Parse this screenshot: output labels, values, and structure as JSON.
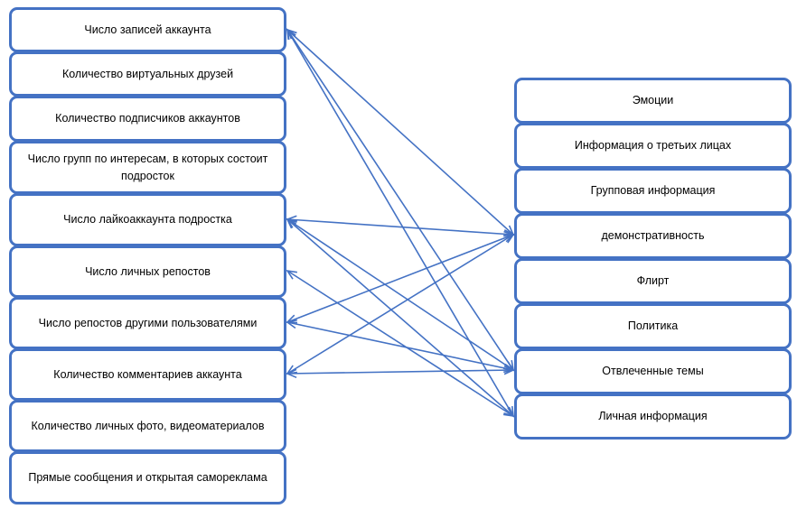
{
  "left_items": [
    {
      "id": "L1",
      "label": "Число записей аккаунта"
    },
    {
      "id": "L2",
      "label": "Количество виртуальных друзей"
    },
    {
      "id": "L3",
      "label": "Количество подписчиков аккаунтов"
    },
    {
      "id": "L4",
      "label": "Число групп по интересам, в которых состоит подросток"
    },
    {
      "id": "L5",
      "label": "Число лайкоаккаунта подростка"
    },
    {
      "id": "L6",
      "label": "Число личных репостов"
    },
    {
      "id": "L7",
      "label": "Число репостов другими пользователями"
    },
    {
      "id": "L8",
      "label": "Количество комментариев аккаунта"
    },
    {
      "id": "L9",
      "label": "Количество личных фото, видеоматериалов"
    },
    {
      "id": "L10",
      "label": "Прямые сообщения и открытая самореклама"
    }
  ],
  "right_items": [
    {
      "id": "R1",
      "label": "Эмоции"
    },
    {
      "id": "R2",
      "label": "Информация о третьих лицах"
    },
    {
      "id": "R3",
      "label": "Групповая информация"
    },
    {
      "id": "R4",
      "label": "демонстративность"
    },
    {
      "id": "R5",
      "label": "Флирт"
    },
    {
      "id": "R6",
      "label": "Политика"
    },
    {
      "id": "R7",
      "label": "Отвлеченные темы"
    },
    {
      "id": "R8",
      "label": "Личная информация"
    }
  ],
  "connections": [
    {
      "from": "L1",
      "to": "R4",
      "arrows": "both"
    },
    {
      "from": "L1",
      "to": "R7",
      "arrows": "both"
    },
    {
      "from": "L1",
      "to": "R8",
      "arrows": "both"
    },
    {
      "from": "L5",
      "to": "R4",
      "arrows": "both"
    },
    {
      "from": "L5",
      "to": "R7",
      "arrows": "both"
    },
    {
      "from": "L5",
      "to": "R8",
      "arrows": "both"
    },
    {
      "from": "L6",
      "to": "R8",
      "arrows": "both"
    },
    {
      "from": "L7",
      "to": "R4",
      "arrows": "both"
    },
    {
      "from": "L7",
      "to": "R7",
      "arrows": "both"
    },
    {
      "from": "L8",
      "to": "R4",
      "arrows": "both"
    },
    {
      "from": "L8",
      "to": "R7",
      "arrows": "both"
    }
  ],
  "colors": {
    "accent": "#4472C4"
  }
}
